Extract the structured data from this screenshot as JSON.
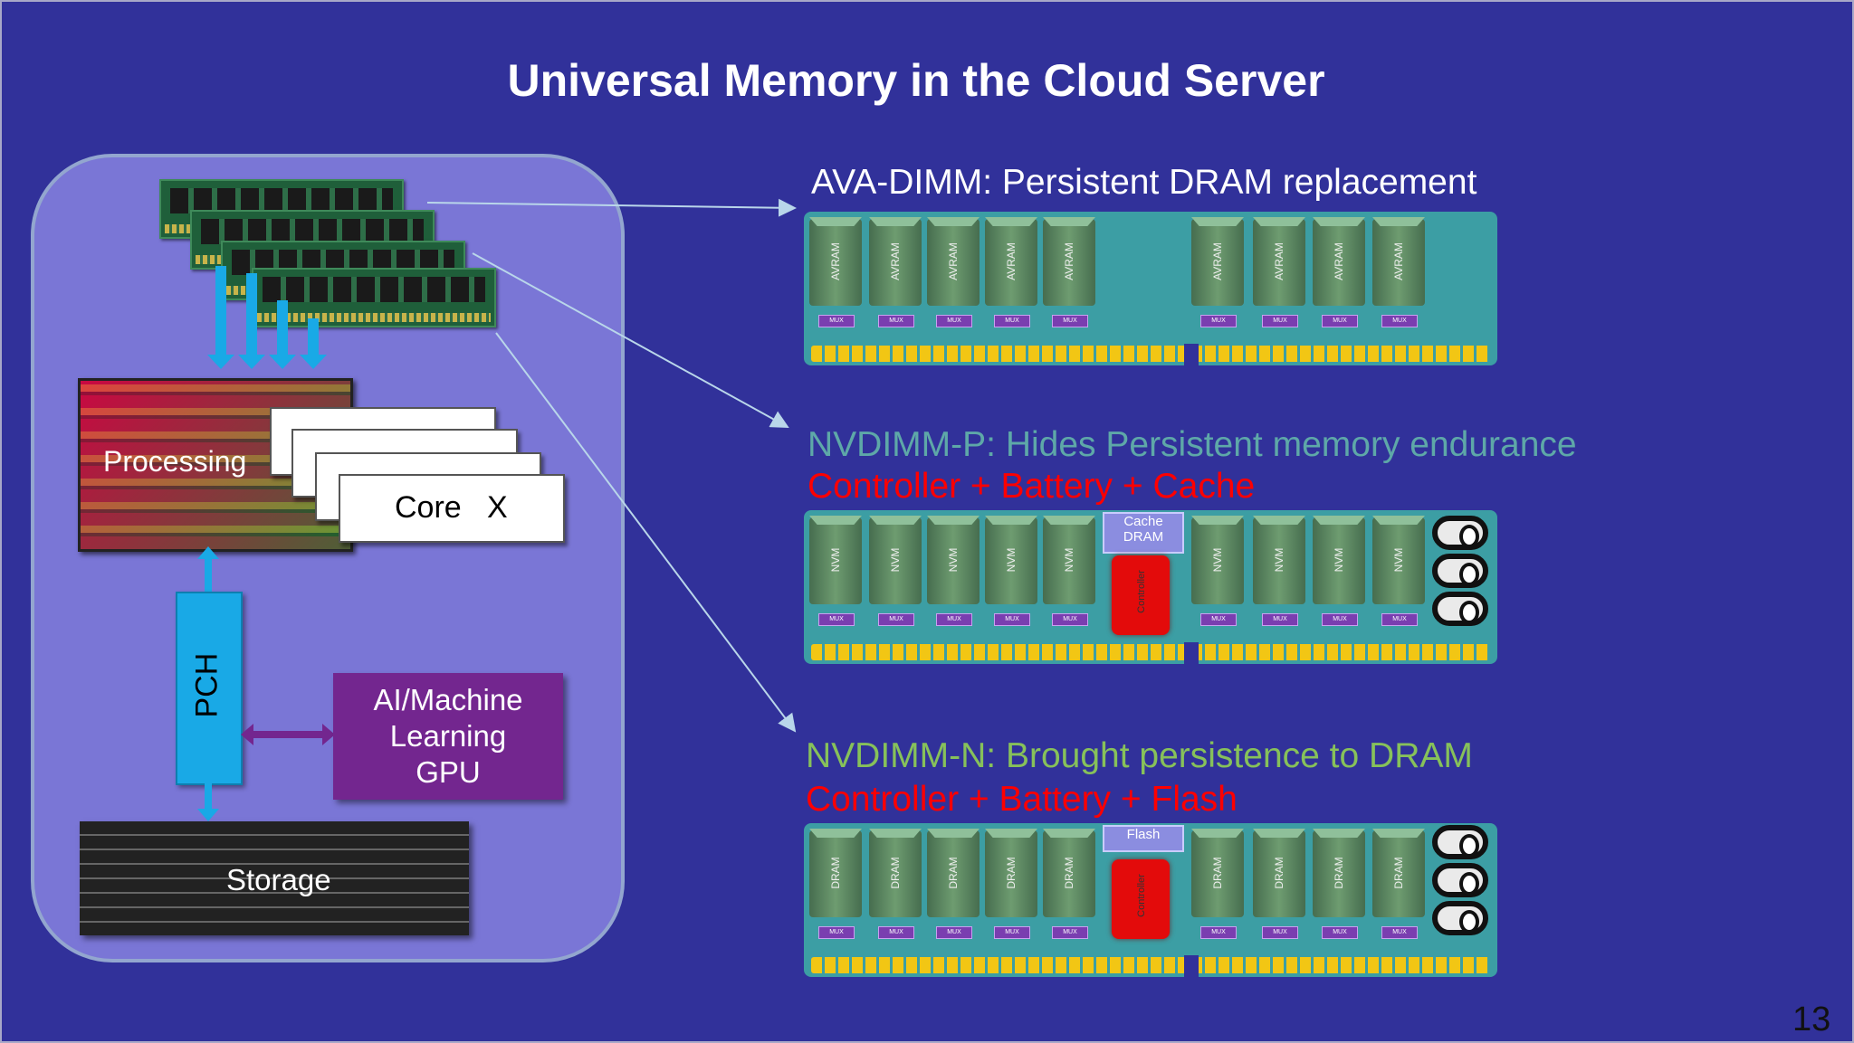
{
  "title": "Universal Memory in the Cloud Server",
  "page_number": "13",
  "server": {
    "processing_label": "Processing",
    "core_label": "Core   X",
    "pch_label": "PCH",
    "gpu_label_lines": [
      "AI/Machine",
      "Learning",
      "GPU"
    ],
    "storage_label": "Storage"
  },
  "modules": [
    {
      "caption": "AVA-DIMM: Persistent DRAM replacement",
      "caption_color": "#ffffff",
      "chip_label": "AVRAM",
      "mux_label": "MUX",
      "has_controller": false
    },
    {
      "caption": "NVDIMM-P: Hides Persistent memory endurance",
      "caption_color": "#5ea8a8",
      "sub_caption": "Controller + Battery + Cache",
      "chip_label": "NVM",
      "mux_label": "MUX",
      "has_controller": true,
      "cache_label_lines": [
        "Cache",
        "DRAM"
      ],
      "controller_label": "Controller"
    },
    {
      "caption": "NVDIMM-N: Brought persistence to DRAM",
      "caption_color": "#87c15a",
      "sub_caption": "Controller + Battery + Flash",
      "chip_label": "DRAM",
      "mux_label": "MUX",
      "has_controller": true,
      "cache_label_lines": [
        "Flash"
      ],
      "controller_label": "Controller"
    }
  ]
}
